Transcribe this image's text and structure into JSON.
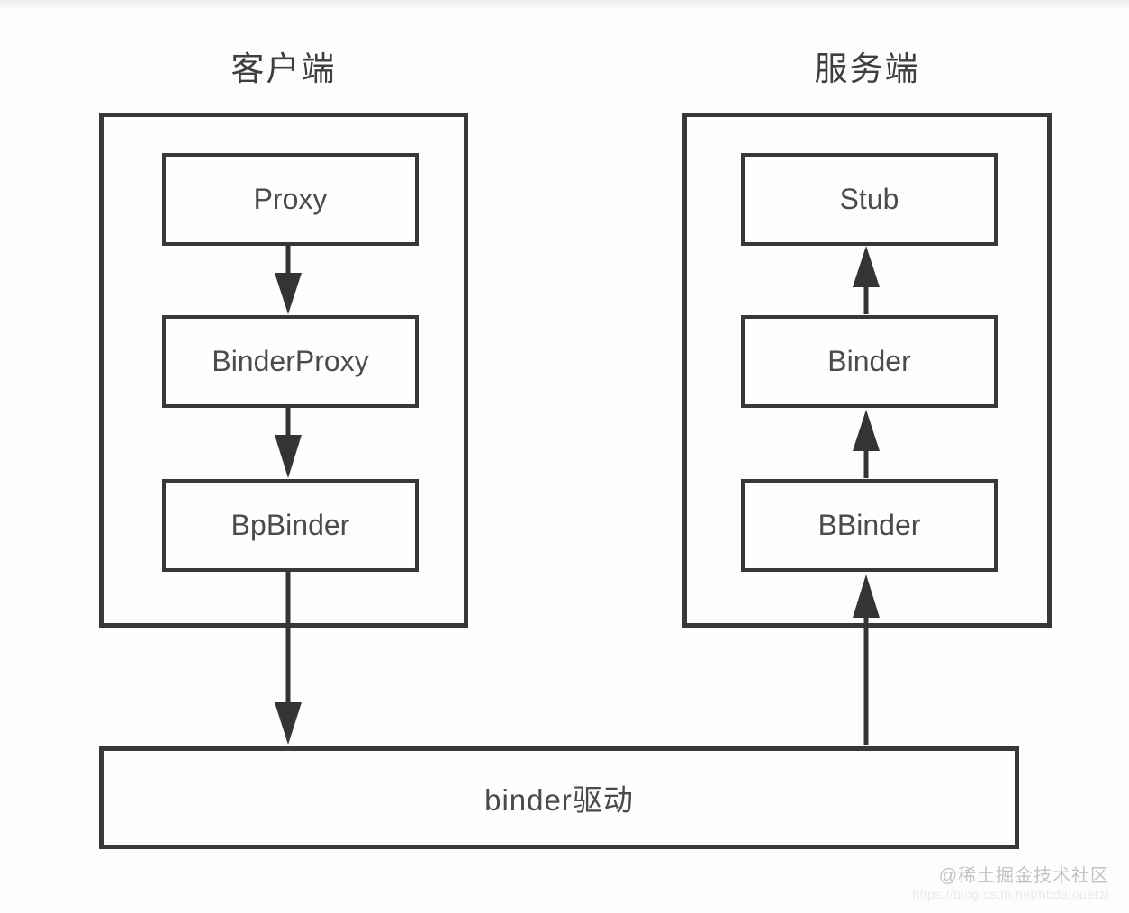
{
  "diagram": {
    "client": {
      "title": "客户端",
      "boxes": [
        {
          "label": "Proxy"
        },
        {
          "label": "BinderProxy"
        },
        {
          "label": "BpBinder"
        }
      ]
    },
    "server": {
      "title": "服务端",
      "boxes": [
        {
          "label": "Stub"
        },
        {
          "label": "Binder"
        },
        {
          "label": "BBinder"
        }
      ]
    },
    "driver_label": "binder驱动",
    "connections": [
      {
        "from": "Proxy",
        "to": "BinderProxy",
        "direction": "down"
      },
      {
        "from": "BinderProxy",
        "to": "BpBinder",
        "direction": "down"
      },
      {
        "from": "BpBinder",
        "to": "binder驱动",
        "direction": "down"
      },
      {
        "from": "binder驱动",
        "to": "BBinder",
        "direction": "up"
      },
      {
        "from": "BBinder",
        "to": "Binder",
        "direction": "up"
      },
      {
        "from": "Binder",
        "to": "Stub",
        "direction": "up"
      }
    ],
    "colors": {
      "line": "#383838",
      "text": "#4b4b4b",
      "background": "#fdfdfd"
    }
  },
  "watermark": {
    "community": "@稀土掘金技术社区",
    "url": "https://blog.csdn.net/hbdatouerzi"
  }
}
